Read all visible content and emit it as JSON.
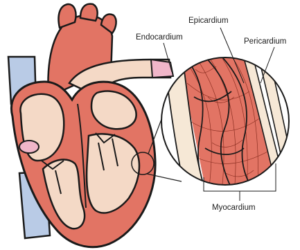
{
  "labels": {
    "epicardium": "Epicardium",
    "endocardium": "Endocardium",
    "pericardium": "Pericardium",
    "myocardium": "Myocardium"
  },
  "colors": {
    "muscle": "#e27464",
    "muscle_dark": "#c9553f",
    "chamber": "#f4d9c6",
    "vein_blue": "#b9cbe6",
    "pink_vessel": "#f0b6c9",
    "outline": "#1a1a1a",
    "tissue_light": "#f6e8d6",
    "magnifier_fill": "#ffffff"
  }
}
